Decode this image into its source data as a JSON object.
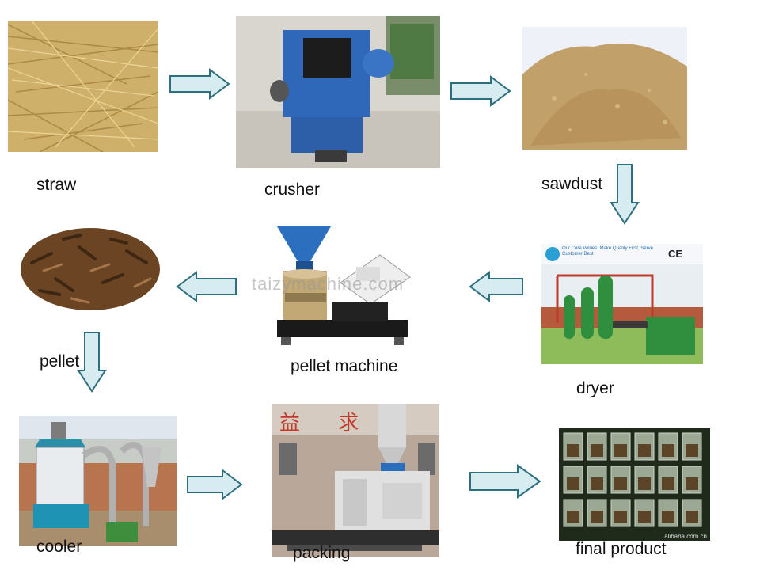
{
  "steps": {
    "straw": "straw",
    "crusher": "crusher",
    "sawdust": "sawdust",
    "dryer": "dryer",
    "pellet_machine": "pellet machine",
    "pellet": "pellet",
    "cooler": "cooler",
    "packing": "packing",
    "final_product": "final product"
  },
  "watermark": "taizymachine.com",
  "dryer_banner": {
    "brand": "Our Core Values: Make Quality First, Serve Customer Best",
    "marks": "CE"
  },
  "packing_sign": "益 求",
  "final_product_site": "alibaba.com.cn",
  "colors": {
    "arrow_fill": "#d7ecf1",
    "arrow_stroke": "#2e6f7f",
    "straw": "#c9a85a",
    "sawdust": "#c2a06a",
    "crusher_blue": "#2f68b8",
    "pellet_brown": "#6b4523"
  }
}
